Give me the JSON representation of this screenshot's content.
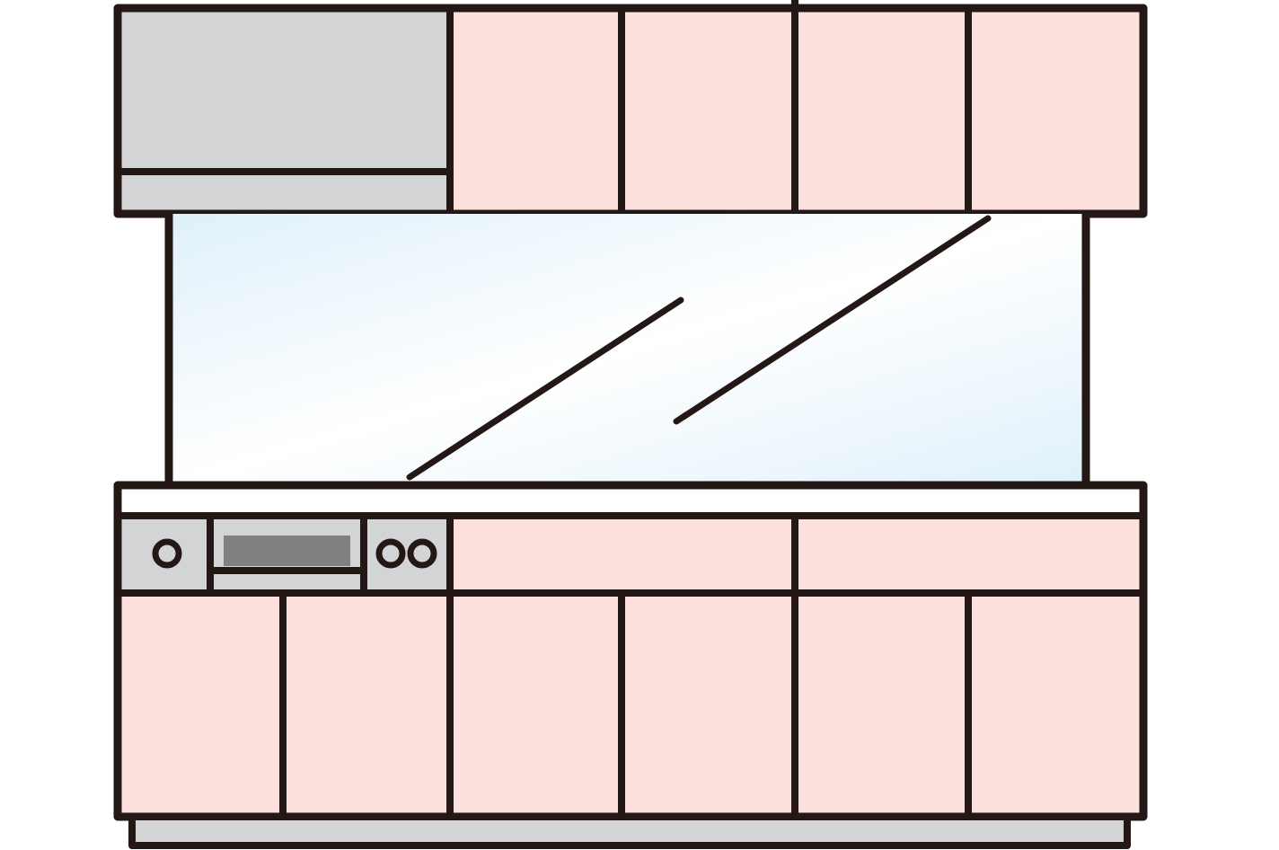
{
  "illustration": {
    "subject": "kitchen-unit",
    "colors": {
      "outline": "#231815",
      "cabinet": "#fce0dd",
      "steel": "#d3d4d6",
      "panel": "#808080",
      "glass_light": "#ffffff",
      "glass_tint": "#dff0fa",
      "counter": "#ffffff",
      "background": "#ffffff"
    },
    "upper_cabinet_doors": 4,
    "lower_cabinet_doors": 6,
    "drawers": 2,
    "burner_knobs_left": 1,
    "burner_knobs_right": 2
  }
}
